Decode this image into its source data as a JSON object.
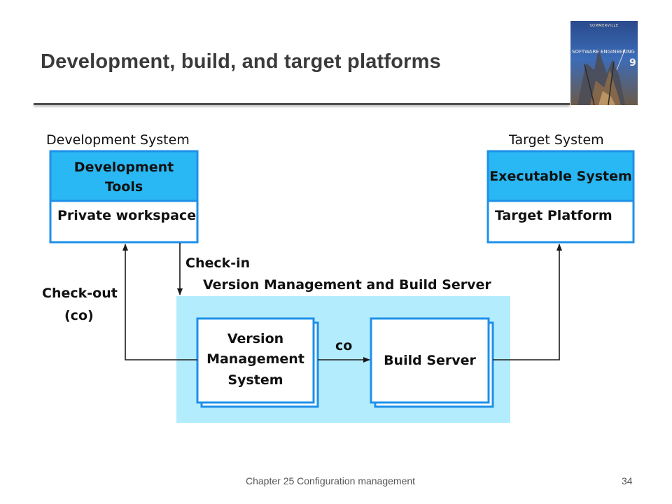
{
  "slide": {
    "title": "Development, build, and target platforms",
    "footer": "Chapter 25 Configuration management",
    "page_number": "34"
  },
  "book_cover": {
    "author": "SOMMERVILLE",
    "title_text": "SOFTWARE ENGINEERING",
    "edition": "9"
  },
  "diagram": {
    "development_system": {
      "label": "Development System",
      "tools_line1": "Development",
      "tools_line2": "Tools",
      "workspace": "Private workspace"
    },
    "target_system": {
      "label": "Target System",
      "executable": "Executable System",
      "platform": "Target Platform"
    },
    "server_group": {
      "label": "Version Management and Build Server",
      "vms_line1": "Version",
      "vms_line2": "Management",
      "vms_line3": "System",
      "build_server": "Build Server"
    },
    "arrows": {
      "check_in": "Check-in",
      "check_out_line1": "Check-out",
      "check_out_line2": "(co)",
      "co": "co"
    },
    "colors": {
      "box_border": "#1e90e8",
      "box_fill_header": "#29b8f4",
      "group_fill": "#b3ecfc",
      "arrow": "#1a1a1a"
    }
  }
}
